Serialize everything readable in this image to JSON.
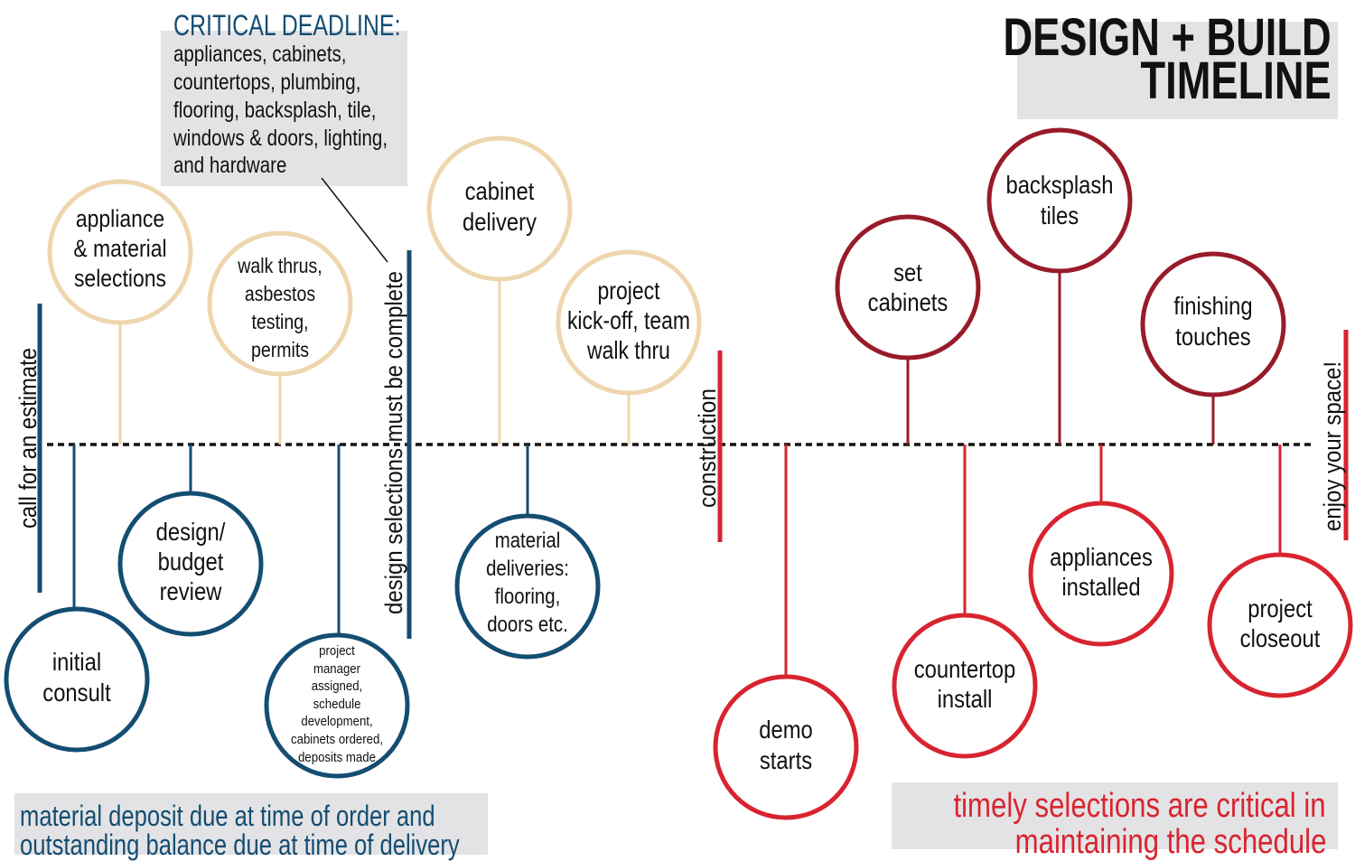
{
  "title": {
    "line1": "DESIGN + BUILD",
    "line2": "TIMELINE"
  },
  "critical": {
    "heading": "CRITICAL DEADLINE:",
    "lines": [
      "appliances, cabinets,",
      "countertops, plumbing,",
      "flooring, backsplash, tile,",
      "windows & doors, lighting,",
      "and hardware"
    ]
  },
  "markers": {
    "estimate": "call for an estimate",
    "design_selections": "design selections must be complete",
    "construction": "construction",
    "enjoy": "enjoy your space!"
  },
  "notes": {
    "deposit": [
      "material deposit due at time of order and",
      "outstanding balance due at time of delivery"
    ],
    "timely": [
      "timely selections are critical in",
      "maintaining the schedule"
    ]
  },
  "colors": {
    "tan": "#eed6ae",
    "navy": "#144d72",
    "maroon": "#981b29",
    "red": "#d8242f",
    "timeline": "#111111",
    "box": "#e3e3e5"
  },
  "steps": {
    "appliance_selections": [
      "appliance",
      "& material",
      "selections"
    ],
    "walk_thrus": [
      "walk thrus,",
      "asbestos",
      "testing,",
      "permits"
    ],
    "cabinet_delivery": [
      "cabinet",
      "delivery"
    ],
    "kickoff": [
      "project",
      "kick-off, team",
      "walk thru"
    ],
    "set_cabinets": [
      "set",
      "cabinets"
    ],
    "backsplash": [
      "backsplash",
      "tiles"
    ],
    "finishing": [
      "finishing",
      "touches"
    ],
    "initial_consult": [
      "initial",
      "consult"
    ],
    "design_review": [
      "design/",
      "budget",
      "review"
    ],
    "pm_assigned": [
      "project",
      "manager",
      "assigned,",
      "schedule",
      "development,",
      "cabinets ordered,",
      "deposits made"
    ],
    "material_deliveries": [
      "material",
      "deliveries:",
      "flooring,",
      "doors etc."
    ],
    "demo": [
      "demo",
      "starts"
    ],
    "countertop": [
      "countertop",
      "install"
    ],
    "appliances_installed": [
      "appliances",
      "installed"
    ],
    "closeout": [
      "project",
      "closeout"
    ]
  }
}
